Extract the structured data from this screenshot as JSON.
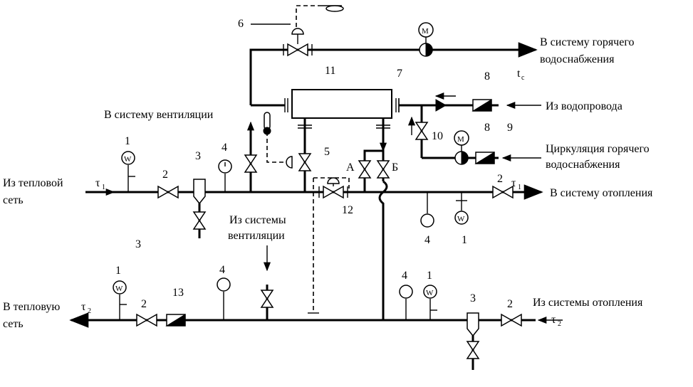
{
  "labels": {
    "from_heat_network": [
      "Из тепловой",
      " сеть"
    ],
    "to_heat_network": [
      "В тепловую",
      "сеть"
    ],
    "to_hot_water": [
      "В систему горячего",
      "водоснабжения"
    ],
    "from_water_main": "Из водопровода",
    "hw_circulation": [
      "Циркуляция горячего",
      "водоснабжения"
    ],
    "to_ventilation": "В систему вентиляции",
    "from_ventilation": [
      "Из системы",
      "вентиляции"
    ],
    "to_heating": "В систему отопления",
    "from_heating": "Из системы отопления",
    "point_a": "А",
    "point_b": "Б"
  },
  "symbols": {
    "tau": "τ",
    "t": "t",
    "sub1": "1",
    "sub2": "2",
    "subc": "c",
    "motor": "М",
    "gauge": "W"
  },
  "numbers": {
    "n1": "1",
    "n2": "2",
    "n3": "3",
    "n4": "4",
    "n5": "5",
    "n6": "6",
    "n7": "7",
    "n8": "8",
    "n9": "9",
    "n10": "10",
    "n11": "11",
    "n12": "12",
    "n13": "13"
  }
}
